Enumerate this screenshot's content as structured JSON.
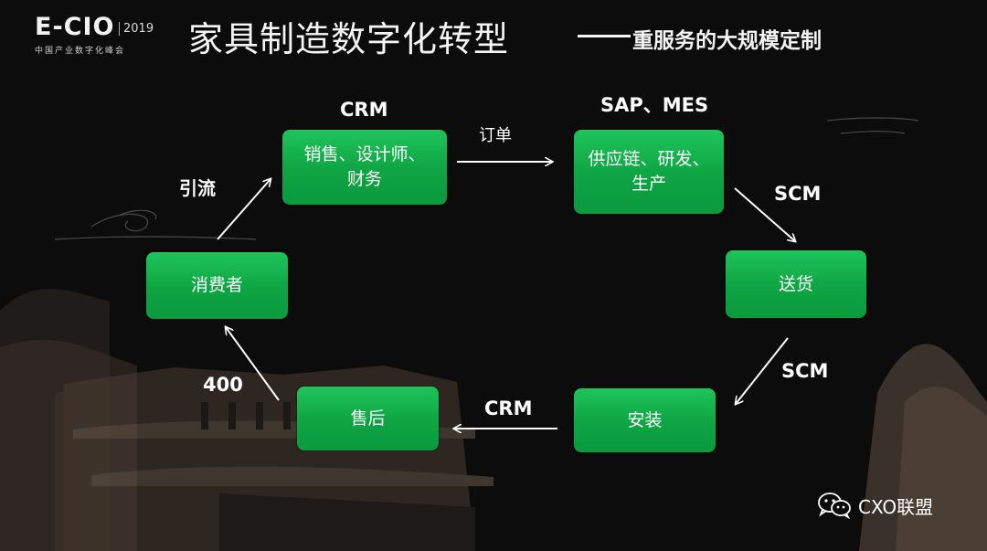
{
  "logo": {
    "main": "E-CIO",
    "year": "2019",
    "subtitle": "中国产业数字化峰会"
  },
  "title": {
    "main": "家具制造数字化转型",
    "sub": "重服务的大规模定制"
  },
  "nodes": {
    "sales": "销售、设计师、财务",
    "supply": "供应链、研发、生产",
    "delivery": "送货",
    "install": "安装",
    "after_sales": "售后",
    "consumer": "消费者"
  },
  "labels": {
    "crm_top": "CRM",
    "sap_mes": "SAP、MES",
    "order": "订单",
    "scm_1": "SCM",
    "scm_2": "SCM",
    "crm_bottom": "CRM",
    "hotline": "400",
    "drainage": "引流"
  },
  "watermark": {
    "icon": "wechat-icon",
    "text": "CXO联盟"
  },
  "colors": {
    "background": "#0c0c0c",
    "node_green": "#0ea444",
    "text": "#ffffff"
  }
}
